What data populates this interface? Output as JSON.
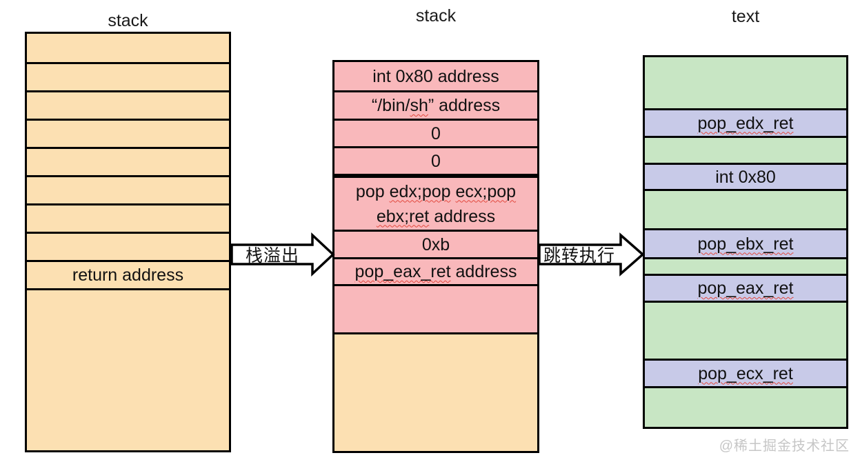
{
  "colors": {
    "orange": "#fce0b2",
    "pink": "#f9b8bb",
    "green": "#c8e6c4",
    "purple": "#c8cae8",
    "border": "#000000",
    "squiggle": "#e2483d",
    "watermark_gray": "#c6c6c6"
  },
  "watermark": "@稀土掘金技术社区",
  "arrows": [
    {
      "label": "栈溢出"
    },
    {
      "label": "跳转执行"
    }
  ],
  "columns": [
    {
      "id": "stack-before-overflow",
      "title": "stack",
      "rows": [
        {
          "bg": "orange",
          "h": 41,
          "lines": []
        },
        {
          "bg": "orange",
          "h": 41,
          "lines": []
        },
        {
          "bg": "orange",
          "h": 41,
          "lines": []
        },
        {
          "bg": "orange",
          "h": 41,
          "lines": []
        },
        {
          "bg": "orange",
          "h": 41,
          "lines": []
        },
        {
          "bg": "orange",
          "h": 41,
          "lines": []
        },
        {
          "bg": "orange",
          "h": 41,
          "lines": []
        },
        {
          "bg": "orange",
          "h": 41,
          "lines": []
        },
        {
          "bg": "orange",
          "h": 41,
          "lines": [
            [
              {
                "t": "return address"
              }
            ]
          ]
        },
        {
          "bg": "orange",
          "h": -1,
          "lines": []
        }
      ]
    },
    {
      "id": "stack-after-overflow",
      "title": "stack",
      "rows": [
        {
          "bg": "pink",
          "h": 41,
          "lines": [
            [
              {
                "t": "int 0x80 address"
              }
            ]
          ]
        },
        {
          "bg": "pink",
          "h": 41,
          "lines": [
            [
              {
                "t": "“/bin/"
              },
              {
                "t": "sh",
                "sq": true
              },
              {
                "t": "” address"
              }
            ]
          ]
        },
        {
          "bg": "pink",
          "h": 40,
          "lines": [
            [
              {
                "t": "0"
              }
            ]
          ]
        },
        {
          "bg": "pink",
          "h": 40,
          "lines": [
            [
              {
                "t": "0"
              }
            ]
          ]
        },
        {
          "bg": "pink",
          "h": 81,
          "lines": [
            [
              {
                "t": "pop "
              },
              {
                "t": "edx;pop",
                "sq": true
              },
              {
                "t": " "
              },
              {
                "t": "ecx;pop",
                "sq": true
              }
            ],
            [
              {
                "t": "ebx;ret",
                "sq": true
              },
              {
                "t": " address"
              }
            ]
          ]
        },
        {
          "bg": "pink",
          "h": 40,
          "lines": [
            [
              {
                "t": "0xb"
              }
            ]
          ]
        },
        {
          "bg": "pink",
          "h": 39,
          "lines": [
            [
              {
                "t": "pop_eax_ret",
                "sq": true
              },
              {
                "t": " address"
              }
            ]
          ]
        },
        {
          "bg": "pink",
          "h": 70,
          "lines": []
        },
        {
          "bg": "orange",
          "h": -1,
          "lines": []
        }
      ]
    },
    {
      "id": "text-segment",
      "title": "text",
      "rows": [
        {
          "bg": "green",
          "h": 74,
          "lines": []
        },
        {
          "bg": "purple",
          "h": 40,
          "lines": [
            [
              {
                "t": "pop_edx_ret",
                "sq": true
              }
            ]
          ]
        },
        {
          "bg": "green",
          "h": 39,
          "lines": []
        },
        {
          "bg": "purple",
          "h": 38,
          "lines": [
            [
              {
                "t": "int 0x80"
              }
            ]
          ]
        },
        {
          "bg": "green",
          "h": 57,
          "lines": []
        },
        {
          "bg": "purple",
          "h": 42,
          "lines": [
            [
              {
                "t": "pop_ebx_ret",
                "sq": true
              }
            ]
          ]
        },
        {
          "bg": "green",
          "h": 24,
          "lines": []
        },
        {
          "bg": "purple",
          "h": 39,
          "lines": [
            [
              {
                "t": "pop_eax_ret",
                "sq": true
              }
            ]
          ]
        },
        {
          "bg": "green",
          "h": 84,
          "lines": []
        },
        {
          "bg": "purple",
          "h": 40,
          "lines": [
            [
              {
                "t": "pop_ecx_ret",
                "sq": true
              }
            ]
          ]
        },
        {
          "bg": "green",
          "h": -1,
          "lines": []
        }
      ]
    }
  ]
}
